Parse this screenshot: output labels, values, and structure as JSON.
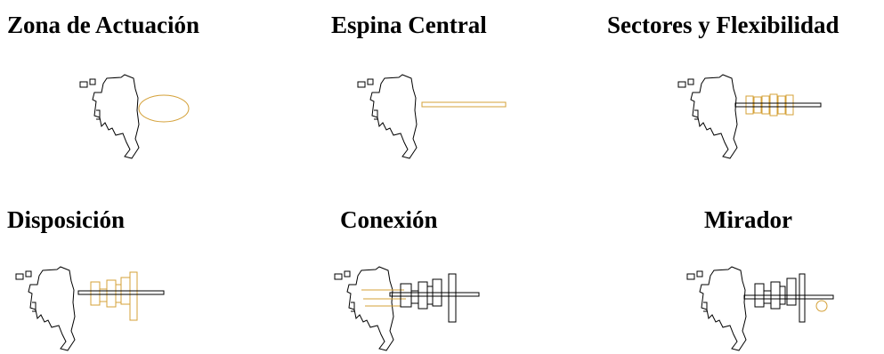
{
  "colors": {
    "outline": "#000000",
    "accent": "#d4a037"
  },
  "panels": [
    {
      "title": "Zona de Actuación"
    },
    {
      "title": "Espina Central"
    },
    {
      "title": "Sectores y Flexibilidad"
    },
    {
      "title": "Disposición"
    },
    {
      "title": "Conexión"
    },
    {
      "title": "Mirador"
    }
  ]
}
